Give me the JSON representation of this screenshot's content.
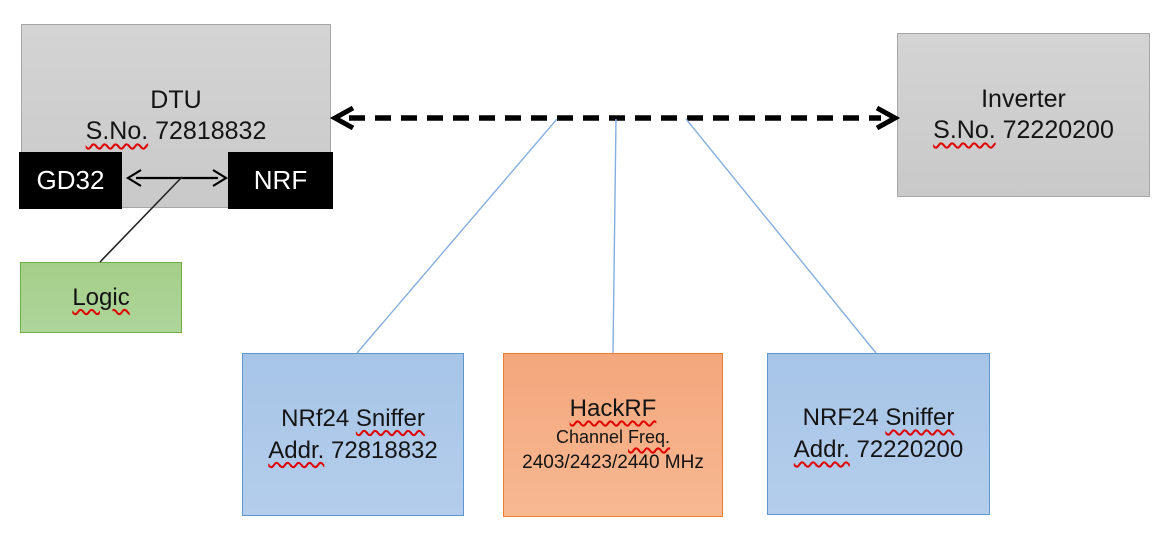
{
  "boxes": {
    "dtu": {
      "name": "DTU",
      "serial_prefix": "S.No.",
      "serial_number": "72818832"
    },
    "gd32": {
      "label": "GD32"
    },
    "nrf": {
      "label": "NRF"
    },
    "logic": {
      "label": "Logic"
    },
    "inverter": {
      "name": "Inverter",
      "serial_prefix": "S.No.",
      "serial_number": "72220200"
    },
    "sniffer_left": {
      "title_word1": "NRf24",
      "title_word2": "Sniffer",
      "addr_prefix": "Addr.",
      "addr_number": "72818832"
    },
    "hackrf": {
      "title": "HackRF",
      "subtitle_word1": "Channel",
      "subtitle_word2": "Freq.",
      "frequencies": "2403/2423/2440 MHz"
    },
    "sniffer_right": {
      "title_word1": "NRF24",
      "title_word2": "Sniffer",
      "addr_prefix": "Addr.",
      "addr_number": "72220200"
    }
  },
  "connections": {
    "rf_link": "dashed double-headed arrow between DTU and Inverter",
    "chip_link": "double-headed arrow between GD32 and NRF",
    "logic_link": "line from GD32-NRF bus to Logic",
    "taps": "three light-blue lines from RF link to sniffer/HackRF boxes"
  },
  "colors": {
    "gray_fill": "#cfcfcf",
    "gray_border": "#a6a6a6",
    "chip_fill": "#000000",
    "chip_text": "#ffffff",
    "green_fill": "#a9d18e",
    "green_border": "#70ad47",
    "blue_fill": "#aec9e8",
    "blue_border": "#6096ce",
    "orange_fill": "#f5ad86",
    "orange_border": "#ed7d31",
    "connector_blue": "#85aede",
    "arrow_black": "#000000",
    "spellcheck_red": "#e00000"
  }
}
